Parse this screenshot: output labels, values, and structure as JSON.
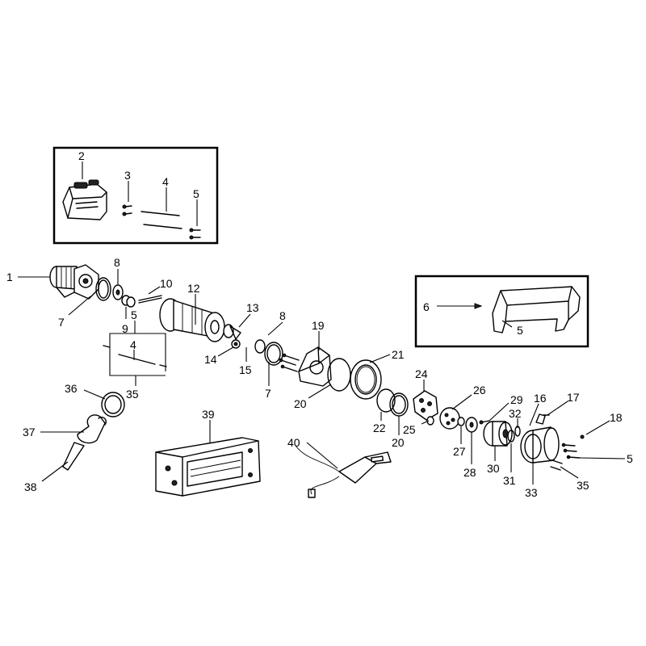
{
  "callouts": {
    "c1": "1",
    "c2": "2",
    "c3": "3",
    "c4a": "4",
    "c5a": "5",
    "c6": "6",
    "c5b": "5",
    "c7a": "7",
    "c8a": "8",
    "c9": "9",
    "c10": "10",
    "c5c": "5",
    "c4b": "4",
    "c35a": "35",
    "c12": "12",
    "c13": "13",
    "c14": "14",
    "c15": "15",
    "c8b": "8",
    "c7b": "7",
    "c19": "19",
    "c20a": "20",
    "c21": "21",
    "c22": "22",
    "c20b": "20",
    "c24": "24",
    "c25": "25",
    "c26": "26",
    "c27": "27",
    "c28": "28",
    "c29": "29",
    "c30": "30",
    "c16": "16",
    "c17": "17",
    "c32": "32",
    "c31": "31",
    "c18": "18",
    "c5d": "5",
    "c33": "33",
    "c35b": "35",
    "c36": "36",
    "c37": "37",
    "c38": "38",
    "c39": "39",
    "c40": "40"
  }
}
